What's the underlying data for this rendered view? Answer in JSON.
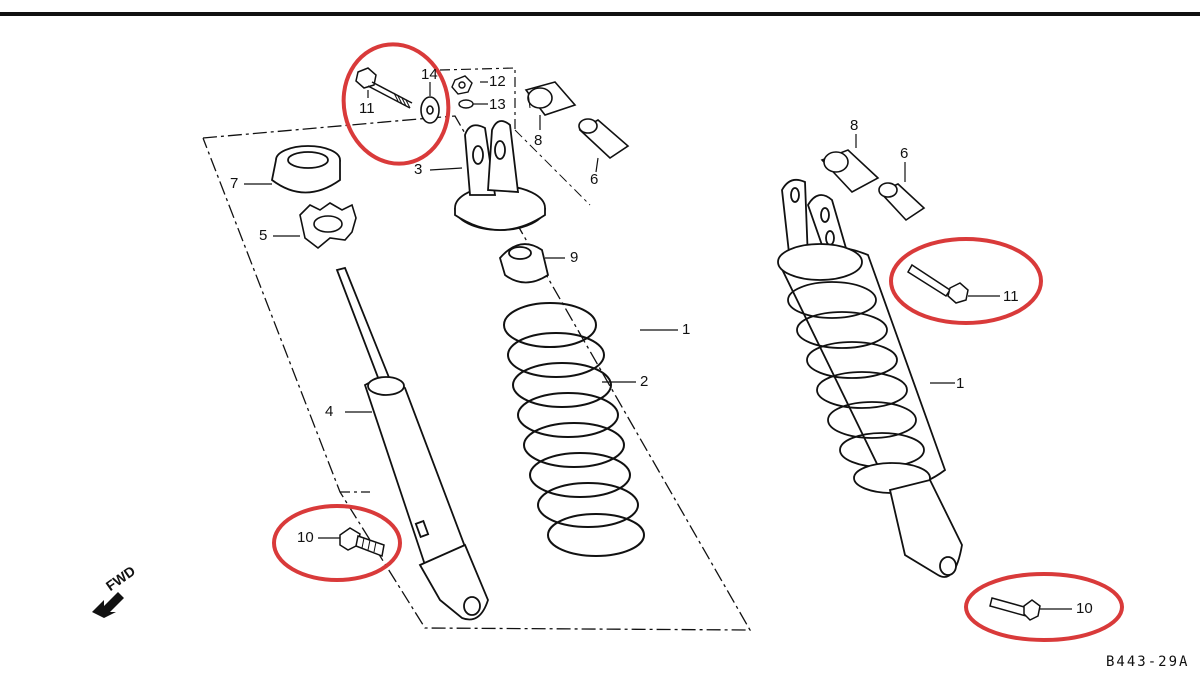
{
  "labels": {
    "p11_top": "11",
    "p14": "14",
    "p12": "12",
    "p13": "13",
    "p3": "3",
    "p8_left": "8",
    "p6_left": "6",
    "p7": "7",
    "p5": "5",
    "p9": "9",
    "p1_left": "1",
    "p2": "2",
    "p4": "4",
    "p10_left": "10",
    "p8_right": "8",
    "p6_right": "6",
    "p11_right": "11",
    "p1_right": "1",
    "p10_right": "10"
  },
  "fwd_label": "FWD",
  "diagram_code": "B443-29A",
  "highlight_color": "#d93a3a",
  "line_color": "#111111"
}
